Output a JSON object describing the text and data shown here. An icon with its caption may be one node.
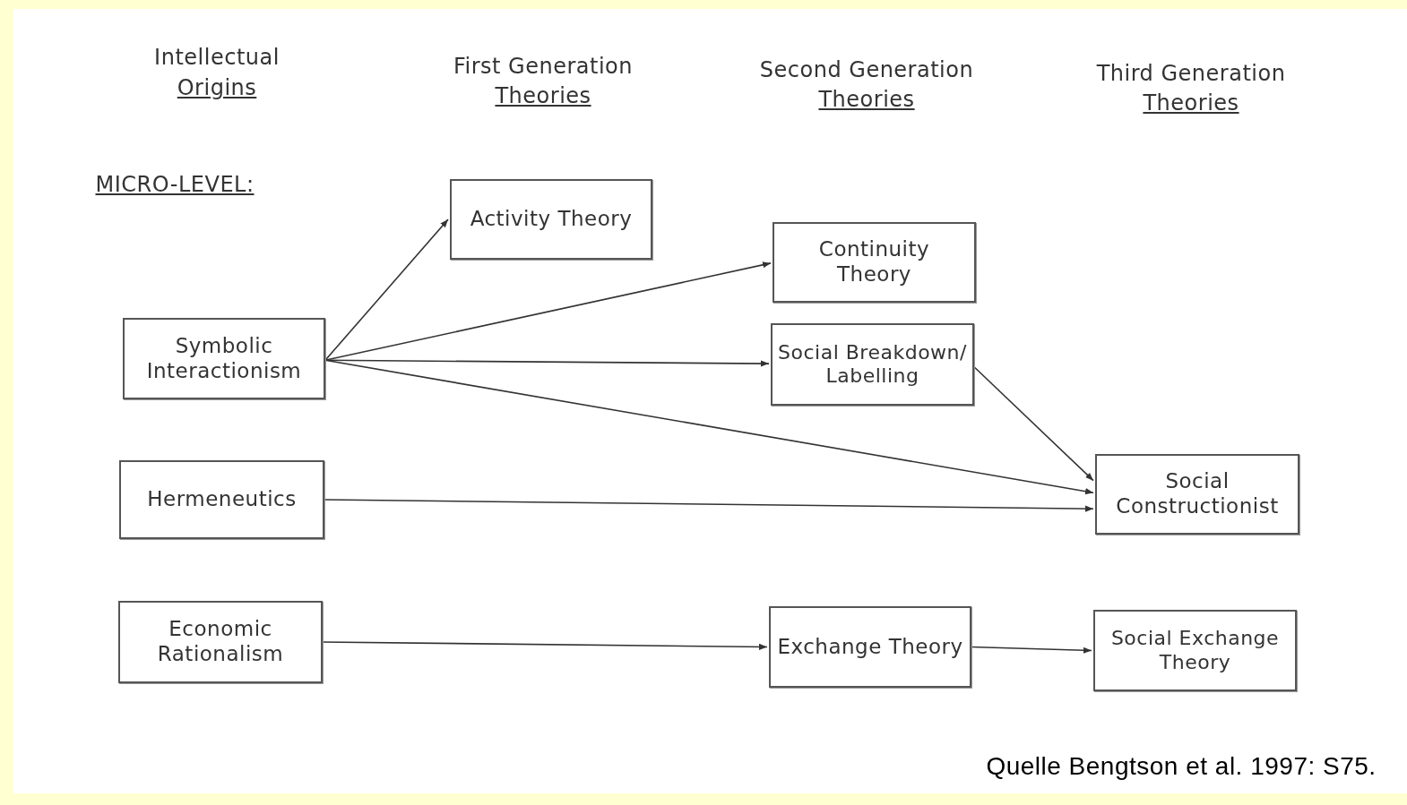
{
  "diagram": {
    "nodes": [
      {
        "text": [
          "Symbolic Interactionism"
        ]
      },
      {
        "text": [
          "Hermeneutics"
        ]
      },
      {
        "text": [
          "Economic Rationalism"
        ]
      },
      {
        "text": [
          "Activity Theory"
        ]
      },
      {
        "text": [
          "Continuity Theory"
        ]
      },
      {
        "text": [
          "Social Breakdown/ Labelling"
        ]
      },
      {
        "text": [
          "Exchange Theory"
        ]
      },
      {
        "text": [
          "Social Constructionist"
        ]
      },
      {
        "text": [
          "Social Exchange Theory"
        ]
      }
    ],
    "edges": [
      {
        "from": 0,
        "to": 3,
        "arrow": "to"
      },
      {
        "from": 0,
        "to": 4,
        "arrow": "to"
      },
      {
        "from": 0,
        "to": 5,
        "arrow": "to"
      },
      {
        "from": 0,
        "to": 7,
        "arrow": "to"
      },
      {
        "from": 5,
        "to": 7,
        "arrow": "to"
      },
      {
        "from": 1,
        "to": 7,
        "arrow": "to"
      },
      {
        "from": 2,
        "to": 6,
        "arrow": "to"
      },
      {
        "from": 6,
        "to": 8,
        "arrow": "to"
      }
    ],
    "labels": [
      "Intellectual",
      "Origins",
      "First Generation",
      "Theories",
      "Second Generation",
      "Theories",
      "Third Generation",
      "Theories",
      "MICRO-LEVEL:",
      "Quelle Bengtson et al. 1997: S75."
    ]
  }
}
